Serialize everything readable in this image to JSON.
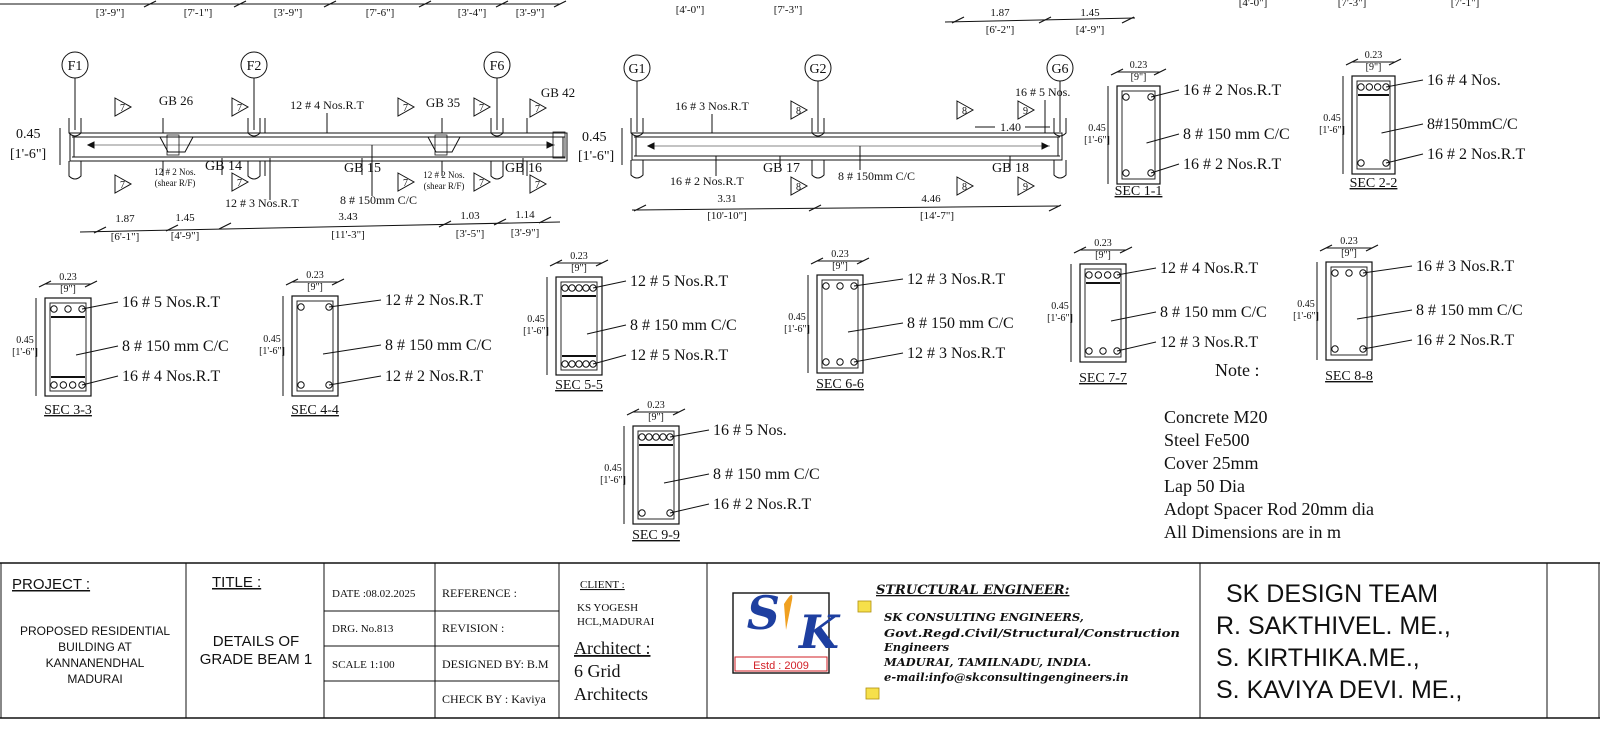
{
  "top_dims_left": [
    "[3'-9\"]",
    "[7'-1\"]",
    "[3'-9\"]",
    "[7'-6\"]",
    "[3'-4\"]",
    "[3'-9\"]"
  ],
  "top_dims_mid": [
    "[4'-0\"]",
    "[7'-3\"]"
  ],
  "top_dims_right": {
    "m1": "1.87",
    "m2": "1.45",
    "f1": "[6'-2\"]",
    "f2": "[4'-9\"]"
  },
  "top_dims_far": [
    "[4'-0\"]",
    "[7'-3\"]",
    "[7'-1\"]"
  ],
  "beam1": {
    "grids": [
      "F1",
      "F2",
      "F6"
    ],
    "depth_m": "0.45",
    "depth_ft": "[1'-6\"]",
    "gb": [
      "GB 26",
      "GB 35",
      "GB 42",
      "GB 14",
      "GB 15",
      "GB 16"
    ],
    "top_bar": "12 # 4 Nos.R.T",
    "bot_bar": "12 # 3 Nos.R.T",
    "stirrup": "8 # 150mm C/C",
    "shear1": "12 # 2 Nos.",
    "shear2": "(shear R/F)",
    "sec": "7",
    "dims_m": [
      "1.87",
      "1.45",
      "3.43",
      "1.03",
      "1.14"
    ],
    "dims_ft": [
      "[6'-1\"]",
      "[4'-9\"]",
      "[11'-3\"]",
      "[3'-5\"]",
      "[3'-9\"]"
    ]
  },
  "beam2": {
    "grids": [
      "G1",
      "G2",
      "G6"
    ],
    "depth_m": "0.45",
    "depth_ft": "[1'-6\"]",
    "top_bar": "16 # 3 Nos.R.T",
    "top_bar_r": "16 # 5 Nos.",
    "extra": "1.40",
    "bot_bar": "16 # 2 Nos.R.T",
    "stirrup": "8 # 150mm C/C",
    "gb": [
      "GB 17",
      "GB 18"
    ],
    "secs": [
      "8",
      "9"
    ],
    "dims_m": [
      "3.31",
      "4.46"
    ],
    "dims_ft": [
      "[10'-10\"]",
      "[14'-7\"]"
    ]
  },
  "sections": [
    {
      "name": "SEC 1-1",
      "w": "0.23",
      "wf": "[9\"]",
      "d": "0.45",
      "df": "[1'-6\"]",
      "top": "16 # 2 Nos.R.T",
      "mid": "8 # 150 mm C/C",
      "bot": "16 # 2 Nos.R.T"
    },
    {
      "name": "SEC 2-2",
      "w": "0.23",
      "wf": "[9\"]",
      "d": "0.45",
      "df": "[1'-6\"]",
      "top": "16 # 4 Nos.",
      "mid": "8#150mmC/C",
      "bot": "16 # 2 Nos.R.T"
    },
    {
      "name": "SEC 3-3",
      "w": "0.23",
      "wf": "[9\"]",
      "d": "0.45",
      "df": "[1'-6\"]",
      "top": "16 # 5 Nos.R.T",
      "mid": "8 # 150 mm C/C",
      "bot": "16 # 4 Nos.R.T"
    },
    {
      "name": "SEC 4-4",
      "w": "0.23",
      "wf": "[9\"]",
      "d": "0.45",
      "df": "[1'-6\"]",
      "top": "12 # 2 Nos.R.T",
      "mid": "8 # 150 mm C/C",
      "bot": "12 # 2 Nos.R.T"
    },
    {
      "name": "SEC 5-5",
      "w": "0.23",
      "wf": "[9\"]",
      "d": "0.45",
      "df": "[1'-6\"]",
      "top": "12 # 5 Nos.R.T",
      "mid": "8 # 150 mm C/C",
      "bot": "12 # 5 Nos.R.T"
    },
    {
      "name": "SEC 6-6",
      "w": "0.23",
      "wf": "[9\"]",
      "d": "0.45",
      "df": "[1'-6\"]",
      "top": "12 # 3 Nos.R.T",
      "mid": "8 # 150 mm C/C",
      "bot": "12 # 3 Nos.R.T"
    },
    {
      "name": "SEC 7-7",
      "w": "0.23",
      "wf": "[9\"]",
      "d": "0.45",
      "df": "[1'-6\"]",
      "top": "12 # 4 Nos.R.T",
      "mid": "8 # 150 mm C/C",
      "bot": "12 # 3 Nos.R.T"
    },
    {
      "name": "SEC 8-8",
      "w": "0.23",
      "wf": "[9\"]",
      "d": "0.45",
      "df": "[1'-6\"]",
      "top": "16 # 3 Nos.R.T",
      "mid": "8 # 150 mm C/C",
      "bot": "16 # 2 Nos.R.T"
    },
    {
      "name": "SEC 9-9",
      "w": "0.23",
      "wf": "[9\"]",
      "d": "0.45",
      "df": "[1'-6\"]",
      "top": "16 # 5 Nos.",
      "mid": "8 # 150 mm C/C",
      "bot": "16 # 2 Nos.R.T"
    }
  ],
  "notes": {
    "title": "Note :",
    "lines": [
      "Concrete M20",
      "Steel Fe500",
      "Cover 25mm",
      "Lap 50 Dia",
      "Adopt Spacer Rod 20mm dia",
      "All Dimensions are in m"
    ]
  },
  "title_block": {
    "project_label": "PROJECT :",
    "project_lines": [
      "PROPOSED RESIDENTIAL",
      "BUILDING AT",
      "KANNANENDHAL",
      "MADURAI"
    ],
    "title_label": "TITLE :",
    "title_lines": [
      "DETAILS OF",
      "GRADE BEAM 1"
    ],
    "date": "DATE :08.02.2025",
    "drg": "DRG. No.813",
    "scale": "SCALE  1:100",
    "reference": "REFERENCE :",
    "revision": "REVISION  :",
    "designed": "DESIGNED BY: B.M",
    "check": "CHECK BY  : Kaviya",
    "client_label": "CLIENT :",
    "client_lines": [
      "KS  YOGESH",
      "HCL,MADURAI"
    ],
    "architect_lines": [
      "Architect :",
      "6 Grid",
      "Architects"
    ],
    "logo_estd": "Estd : 2009",
    "se_heading": "STRUCTURAL  ENGINEER:",
    "se_lines": [
      "SK  CONSULTING  ENGINEERS,",
      "Govt.Regd.Civil/Structural/Construction",
      "Engineers",
      "MADURAI,  TAMILNADU,  INDIA.",
      "e-mail:info@skconsultingengineers.in"
    ],
    "team_lines": [
      "SK DESIGN TEAM",
      "R. SAKTHIVEL. ME.,",
      "S. KIRTHIKA.ME.,",
      "S. KAVIYA DEVI. ME.,"
    ]
  },
  "colors": {
    "ink": "#111111",
    "note_yellow": "#f6e04a",
    "logo_blue": "#1e3fa0",
    "logo_red": "#d21f26",
    "logo_orange": "#f0a020"
  }
}
